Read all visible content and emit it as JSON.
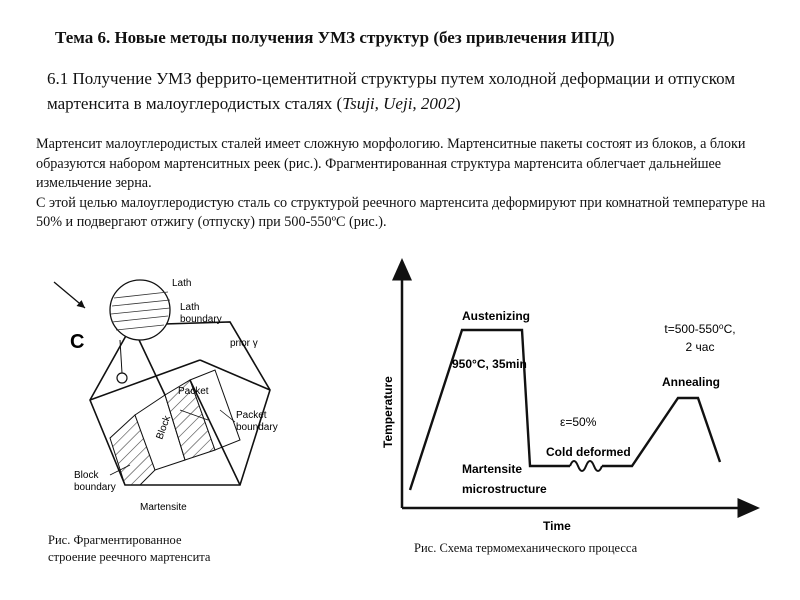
{
  "slide": {
    "title": "Тема 6. Новые методы получения УМЗ структур (без привлечения ИПД)",
    "subtitle_main": "6.1  Получение УМЗ феррито-цементитной структуры путем холодной деформации и отпуском мартенсита в малоуглеродистых сталях (",
    "subtitle_ref": "Tsuji, Ueji, 2002",
    "subtitle_close": ")",
    "paragraph1": "Мартенсит малоуглеродистых сталей имеет сложную морфологию.  Мартенситные пакеты состоят из блоков, а блоки образуются набором  мартенситных реек (рис.).  Фрагментированная структура мартенсита облегчает дальнейшее измельчение зерна.",
    "paragraph2": "С этой целью  малоуглеродистую сталь со структурой реечного мартенсита деформируют при комнатной температуре на 50% и подвергают отжигу (отпуску) при 500-550ºC (рис.)."
  },
  "figure_left": {
    "letter": "C",
    "labels": {
      "lath": "Lath",
      "lath_boundary_1": "Lath",
      "lath_boundary_2": "boundary",
      "prior": "prior γ",
      "packet": "Packet",
      "packet_boundary_1": "Packet",
      "packet_boundary_2": "boundary",
      "block": "Block",
      "block_boundary_1": "Block",
      "block_boundary_2": "boundary",
      "martensite": "Martensite"
    },
    "caption_line1": "Рис. Фрагментированное",
    "caption_line2": "строение реечного мартенсита"
  },
  "figure_right": {
    "axis_y": "Temperature",
    "axis_x": "Time",
    "austenizing": "Austenizing",
    "austenizing_params": "950°C, 35min",
    "martensite_1": "Martensite",
    "martensite_2": "microstructure",
    "strain": "ε=50%",
    "cold_deformed": "Cold deformed",
    "anneal_temp": "t=500-550⁰C,",
    "anneal_time": "2 час",
    "annealing": "Annealing",
    "caption": "Рис.  Схема термомеханического процесса"
  }
}
